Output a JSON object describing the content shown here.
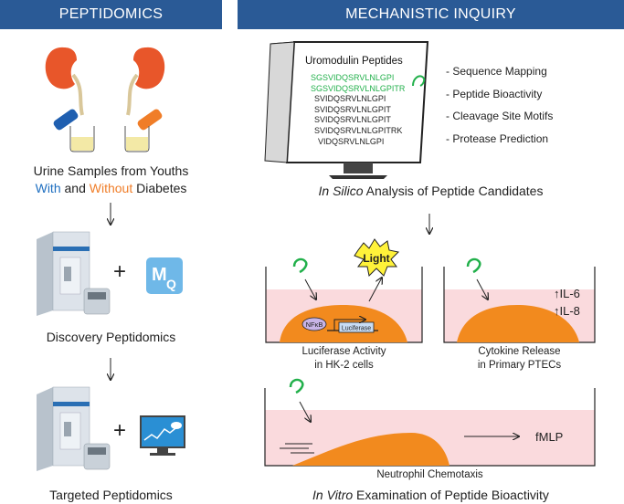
{
  "headers": {
    "left": "PEPTIDOMICS",
    "right": "MECHANISTIC INQUIRY"
  },
  "left": {
    "samples_line1": "Urine Samples from Youths",
    "with": "With",
    "and": " and ",
    "without": "Without",
    "diabetes": " Diabetes",
    "discovery": "Discovery Peptidomics",
    "targeted": "Targeted Peptidomics",
    "plus": "+",
    "mq_m": "M",
    "mq_q": "Q"
  },
  "monitor": {
    "title": "Uromodulin Peptides",
    "peptides": [
      "SGSVIDQSRVLNLGPI",
      "SGSVIDQSRVLNLGPITR",
      "SVIDQSRVLNLGPI",
      "SVIDQSRVLNLGPIT",
      "SVIDQSRVLNLGPIT",
      "SVIDQSRVLNLGPITRK",
      "VIDQSRVLNLGPI"
    ]
  },
  "analyses": [
    "- Sequence Mapping",
    "- Peptide Bioactivity",
    "- Cleavage Site Motifs",
    "- Protease Prediction"
  ],
  "in_silico": {
    "italic": "In Silico",
    "rest": " Analysis of Peptide Candidates"
  },
  "assays": {
    "light": "Light",
    "nfkb": "NFκB",
    "luciferase": "Luciferase",
    "il6": "↑IL-6",
    "il8": "↑IL-8",
    "luc_line1": "Luciferase Activity",
    "luc_line2": "in HK-2 cells",
    "cyto_line1": "Cytokine Release",
    "cyto_line2": "in Primary PTECs",
    "fmlp": "fMLP",
    "chemo": "Neutrophil Chemotaxis"
  },
  "in_vitro": {
    "italic": "In Vitro",
    "rest": " Examination of Peptide Bioactivity"
  },
  "colors": {
    "header": "#2a5a96",
    "with": "#1f6fc0",
    "without": "#f07d28",
    "peptide_green": "#22b04b",
    "cell": "#f28a1e",
    "medium": "#fadadd",
    "kidney": "#e8562a"
  }
}
